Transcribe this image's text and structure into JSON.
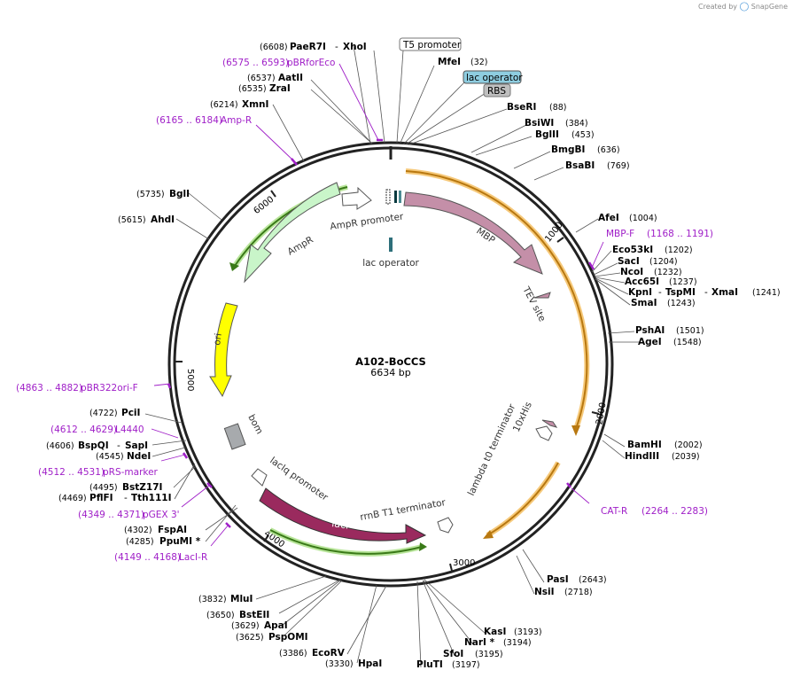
{
  "credit": {
    "created_by": "Created by",
    "brand": "SnapGene"
  },
  "plasmid": {
    "name": "A102-BoCCS",
    "size": "6634 bp"
  },
  "ticks": [
    "1000",
    "2000",
    "3000",
    "4000",
    "5000",
    "6000"
  ],
  "features": {
    "mbp": "MBP",
    "tev": "TEV site",
    "his": "10xHis",
    "lambda": "lambda t0 terminator",
    "rrnb": "rrnB T1 terminator",
    "laci": "lacI",
    "laciq": "lacIq promoter",
    "bom": "bom",
    "ori": "ori",
    "ampr": "AmpR",
    "ampr_promoter": "AmpR promoter",
    "lac_operator": "lac operator"
  },
  "top_features": {
    "t5": "T5 promoter",
    "lac_operator": "lac operator",
    "rbs": "RBS"
  },
  "sites": [
    {
      "pos": "(6608)",
      "name": "PaeR7I"
    },
    {
      "name": "XhoI"
    },
    {
      "name": "MfeI",
      "pos": "(32)"
    },
    {
      "pos": "(6537)",
      "name": "AatII"
    },
    {
      "pos": "(6535)",
      "name": "ZraI"
    },
    {
      "name": "BseRI",
      "pos": "(88)"
    },
    {
      "pos": "(6214)",
      "name": "XmnI"
    },
    {
      "name": "BsiWI",
      "pos": "(384)"
    },
    {
      "name": "BglII",
      "pos": "(453)"
    },
    {
      "name": "BmgBI",
      "pos": "(636)"
    },
    {
      "name": "BsaBI",
      "pos": "(769)"
    },
    {
      "pos": "(5735)",
      "name": "BglI"
    },
    {
      "pos": "(5615)",
      "name": "AhdI"
    },
    {
      "name": "AfeI",
      "pos": "(1004)"
    },
    {
      "name": "Eco53kI",
      "pos": "(1202)"
    },
    {
      "name": "SacI",
      "pos": "(1204)"
    },
    {
      "name": "NcoI",
      "pos": "(1232)"
    },
    {
      "name": "Acc65I",
      "pos": "(1237)"
    },
    {
      "name": "KpnI"
    },
    {
      "name": "TspMI"
    },
    {
      "name": "XmaI",
      "pos": "(1241)"
    },
    {
      "name": "SmaI",
      "pos": "(1243)"
    },
    {
      "name": "PshAI",
      "pos": "(1501)"
    },
    {
      "name": "AgeI",
      "pos": "(1548)"
    },
    {
      "pos": "(4722)",
      "name": "PciI"
    },
    {
      "pos": "(4606)",
      "name": "BspQI"
    },
    {
      "name": "SapI"
    },
    {
      "pos": "(4545)",
      "name": "NdeI"
    },
    {
      "pos": "(4495)",
      "name": "BstZ17I"
    },
    {
      "pos": "(4469)",
      "name": "PflFI"
    },
    {
      "name": "Tth111I"
    },
    {
      "name": "BamHI",
      "pos": "(2002)"
    },
    {
      "name": "HindIII",
      "pos": "(2039)"
    },
    {
      "pos": "(4302)",
      "name": "FspAI"
    },
    {
      "pos": "(4285)",
      "name": "PpuMI *"
    },
    {
      "name": "PasI",
      "pos": "(2643)"
    },
    {
      "name": "NsiI",
      "pos": "(2718)"
    },
    {
      "pos": "(3832)",
      "name": "MluI"
    },
    {
      "pos": "(3650)",
      "name": "BstEII"
    },
    {
      "pos": "(3629)",
      "name": "ApaI"
    },
    {
      "pos": "(3625)",
      "name": "PspOMI"
    },
    {
      "pos": "(3386)",
      "name": "EcoRV"
    },
    {
      "pos": "(3330)",
      "name": "HpaI"
    },
    {
      "name": "KasI",
      "pos": "(3193)"
    },
    {
      "name": "NarI *",
      "pos": "(3194)"
    },
    {
      "name": "SfoI",
      "pos": "(3195)"
    },
    {
      "name": "PluTI",
      "pos": "(3197)"
    }
  ],
  "primers": [
    {
      "range": "(6575 .. 6593)",
      "name": "pBRforEco"
    },
    {
      "range": "(6165 .. 6184)",
      "name": "Amp-R"
    },
    {
      "name": "MBP-F",
      "range": "(1168 .. 1191)"
    },
    {
      "range": "(4863 .. 4882)",
      "name": "pBR322ori-F"
    },
    {
      "range": "(4612 .. 4629)",
      "name": "L4440"
    },
    {
      "range": "(4512 .. 4531)",
      "name": "pRS-marker"
    },
    {
      "range": "(4349 .. 4371)",
      "name": "pGEX 3'"
    },
    {
      "range": "(4149 .. 4168)",
      "name": "LacI-R"
    },
    {
      "name": "CAT-R",
      "range": "(2264 .. 2283)"
    }
  ],
  "colors": {
    "backbone": "#222222",
    "mbp": "#c48fa8",
    "tev": "#c48fa8",
    "laci": "#9a2a5e",
    "ampr": "#c9f5c9",
    "ori": "#ffff00",
    "bom": "#a7aaad",
    "orf_orange": "#f0a520",
    "orf_green": "#5aa02c",
    "primer": "#a020c8",
    "rbs": "#bfbfbf",
    "lac_op": "#8ecde0"
  }
}
